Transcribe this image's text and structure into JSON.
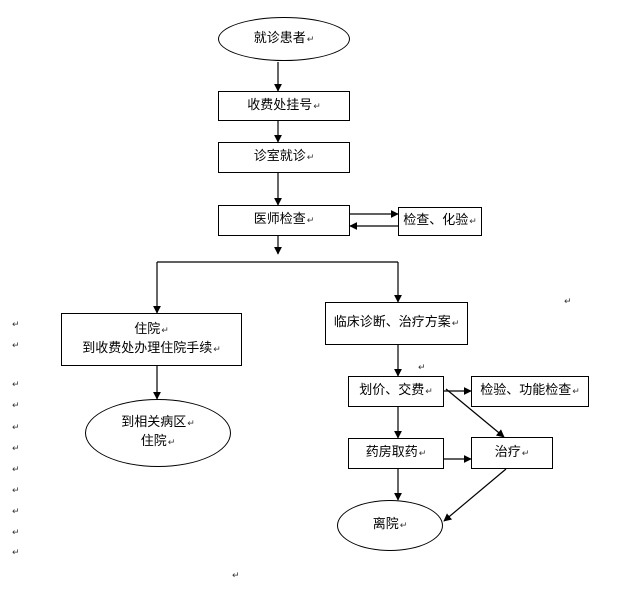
{
  "diagram": {
    "paragraph_mark": "↵",
    "nodes": {
      "start": {
        "lines": [
          "就诊患者"
        ]
      },
      "register": {
        "lines": [
          "收费处挂号"
        ]
      },
      "clinic": {
        "lines": [
          "诊室就诊"
        ]
      },
      "doctor_exam": {
        "lines": [
          "医师检查"
        ]
      },
      "lab_test": {
        "lines": [
          "检查、化验"
        ]
      },
      "diagnosis": {
        "lines": [
          "临床诊断、治疗方案"
        ]
      },
      "admission": {
        "lines": [
          "住院",
          "到收费处办理住院手续"
        ]
      },
      "ward": {
        "lines": [
          "到相关病区",
          "住院"
        ]
      },
      "pricing_payment": {
        "lines": [
          "划价、交费"
        ]
      },
      "function_test": {
        "lines": [
          "检验、功能检查"
        ]
      },
      "pharmacy": {
        "lines": [
          "药房取药"
        ]
      },
      "treatment": {
        "lines": [
          "治疗"
        ]
      },
      "discharge": {
        "lines": [
          "离院"
        ]
      }
    }
  }
}
